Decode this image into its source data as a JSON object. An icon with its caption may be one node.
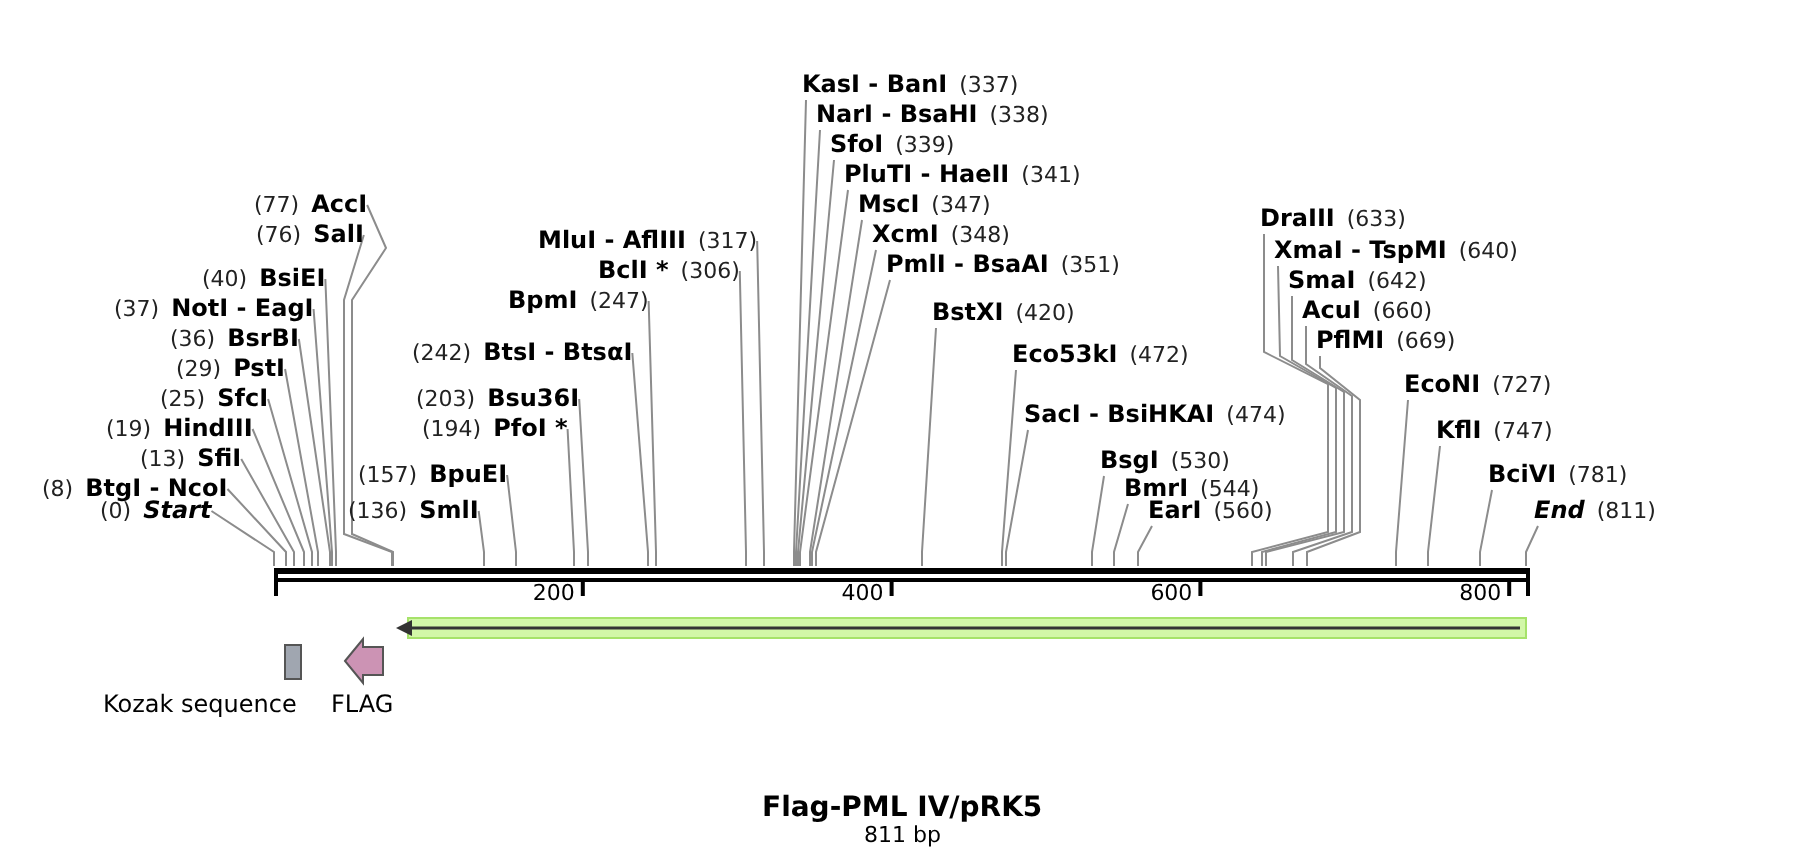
{
  "diagram": {
    "title": "Flag-PML IV/pRK5",
    "caption": "811 bp",
    "nodes": [
      {
        "text": [
          "(0)",
          "Start"
        ]
      },
      {
        "text": [
          "(8)",
          "BtgI - NcoI"
        ]
      },
      {
        "text": [
          "(13)",
          "SfiI"
        ]
      },
      {
        "text": [
          "(19)",
          "HindIII"
        ]
      },
      {
        "text": [
          "(25)",
          "SfcI"
        ]
      },
      {
        "text": [
          "(29)",
          "PstI"
        ]
      },
      {
        "text": [
          "(36)",
          "BsrBI"
        ]
      },
      {
        "text": [
          "(37)",
          "NotI - EagI"
        ]
      },
      {
        "text": [
          "(40)",
          "BsiEI"
        ]
      },
      {
        "text": [
          "(76)",
          "SalI"
        ]
      },
      {
        "text": [
          "(77)",
          "AccI"
        ]
      },
      {
        "text": [
          "(136)",
          "SmlI"
        ]
      },
      {
        "text": [
          "(157)",
          "BpuEI"
        ]
      },
      {
        "text": [
          "(194)",
          "PfoI *"
        ]
      },
      {
        "text": [
          "(203)",
          "Bsu36I"
        ]
      },
      {
        "text": [
          "(242)",
          "BtsI - BtsαI"
        ]
      },
      {
        "text": [
          "BpmI",
          "(247)"
        ]
      },
      {
        "text": [
          "BclI *",
          "(306)"
        ]
      },
      {
        "text": [
          "MluI - AflIII",
          "(317)"
        ]
      },
      {
        "text": [
          "KasI - BanI",
          "(337)"
        ]
      },
      {
        "text": [
          "NarI - BsaHI",
          "(338)"
        ]
      },
      {
        "text": [
          "SfoI",
          "(339)"
        ]
      },
      {
        "text": [
          "PluTI - HaeII",
          "(341)"
        ]
      },
      {
        "text": [
          "MscI",
          "(347)"
        ]
      },
      {
        "text": [
          "XcmI",
          "(348)"
        ]
      },
      {
        "text": [
          "PmlI - BsaAI",
          "(351)"
        ]
      },
      {
        "text": [
          "BstXI",
          "(420)"
        ]
      },
      {
        "text": [
          "Eco53kI",
          "(472)"
        ]
      },
      {
        "text": [
          "SacI - BsiHKAI",
          "(474)"
        ]
      },
      {
        "text": [
          "BsgI",
          "(530)"
        ]
      },
      {
        "text": [
          "BmrI",
          "(544)"
        ]
      },
      {
        "text": [
          "EarI",
          "(560)"
        ]
      },
      {
        "text": [
          "DraIII",
          "(633)"
        ]
      },
      {
        "text": [
          "XmaI - TspMI",
          "(640)"
        ]
      },
      {
        "text": [
          "SmaI",
          "(642)"
        ]
      },
      {
        "text": [
          "AcuI",
          "(660)"
        ]
      },
      {
        "text": [
          "PflMI",
          "(669)"
        ]
      },
      {
        "text": [
          "EcoNI",
          "(727)"
        ]
      },
      {
        "text": [
          "KflI",
          "(747)"
        ]
      },
      {
        "text": [
          "BciVI",
          "(781)"
        ]
      },
      {
        "text": [
          "End",
          "(811)"
        ]
      },
      {
        "text": [
          "Kozak sequence"
        ]
      },
      {
        "text": [
          "FLAG"
        ]
      },
      {
        "text": [],
        "shape": "arrow"
      },
      {
        "text": [],
        "shape": "bar"
      }
    ],
    "edges": [
      {
        "from": 0,
        "to": 44,
        "arrow": "none"
      },
      {
        "from": 1,
        "to": 44,
        "arrow": "none"
      },
      {
        "from": 2,
        "to": 44,
        "arrow": "none"
      },
      {
        "from": 3,
        "to": 44,
        "arrow": "none"
      },
      {
        "from": 4,
        "to": 44,
        "arrow": "none"
      },
      {
        "from": 5,
        "to": 44,
        "arrow": "none"
      },
      {
        "from": 6,
        "to": 44,
        "arrow": "none"
      },
      {
        "from": 7,
        "to": 44,
        "arrow": "none"
      },
      {
        "from": 8,
        "to": 44,
        "arrow": "none"
      },
      {
        "from": 9,
        "to": 44,
        "arrow": "none"
      },
      {
        "from": 10,
        "to": 44,
        "arrow": "none"
      },
      {
        "from": 11,
        "to": 44,
        "arrow": "none"
      },
      {
        "from": 12,
        "to": 44,
        "arrow": "none"
      },
      {
        "from": 13,
        "to": 44,
        "arrow": "none"
      },
      {
        "from": 14,
        "to": 44,
        "arrow": "none"
      },
      {
        "from": 15,
        "to": 44,
        "arrow": "none"
      },
      {
        "from": 16,
        "to": 44,
        "arrow": "none"
      },
      {
        "from": 17,
        "to": 44,
        "arrow": "none"
      },
      {
        "from": 18,
        "to": 44,
        "arrow": "none"
      },
      {
        "from": 19,
        "to": 44,
        "arrow": "none"
      },
      {
        "from": 20,
        "to": 44,
        "arrow": "none"
      },
      {
        "from": 21,
        "to": 44,
        "arrow": "none"
      },
      {
        "from": 22,
        "to": 44,
        "arrow": "none"
      },
      {
        "from": 23,
        "to": 44,
        "arrow": "none"
      },
      {
        "from": 24,
        "to": 44,
        "arrow": "none"
      },
      {
        "from": 25,
        "to": 44,
        "arrow": "none"
      },
      {
        "from": 26,
        "to": 44,
        "arrow": "none"
      },
      {
        "from": 27,
        "to": 44,
        "arrow": "none"
      },
      {
        "from": 28,
        "to": 44,
        "arrow": "none"
      },
      {
        "from": 29,
        "to": 44,
        "arrow": "none"
      },
      {
        "from": 30,
        "to": 44,
        "arrow": "none"
      },
      {
        "from": 31,
        "to": 44,
        "arrow": "none"
      },
      {
        "from": 32,
        "to": 44,
        "arrow": "none"
      },
      {
        "from": 33,
        "to": 44,
        "arrow": "none"
      },
      {
        "from": 34,
        "to": 44,
        "arrow": "none"
      },
      {
        "from": 35,
        "to": 44,
        "arrow": "none"
      },
      {
        "from": 36,
        "to": 44,
        "arrow": "none"
      },
      {
        "from": 37,
        "to": 44,
        "arrow": "none"
      },
      {
        "from": 38,
        "to": 44,
        "arrow": "none"
      },
      {
        "from": 39,
        "to": 44,
        "arrow": "none"
      },
      {
        "from": 40,
        "to": 44,
        "arrow": "none"
      }
    ],
    "labels": [
      "200",
      "400",
      "600",
      "800"
    ]
  }
}
